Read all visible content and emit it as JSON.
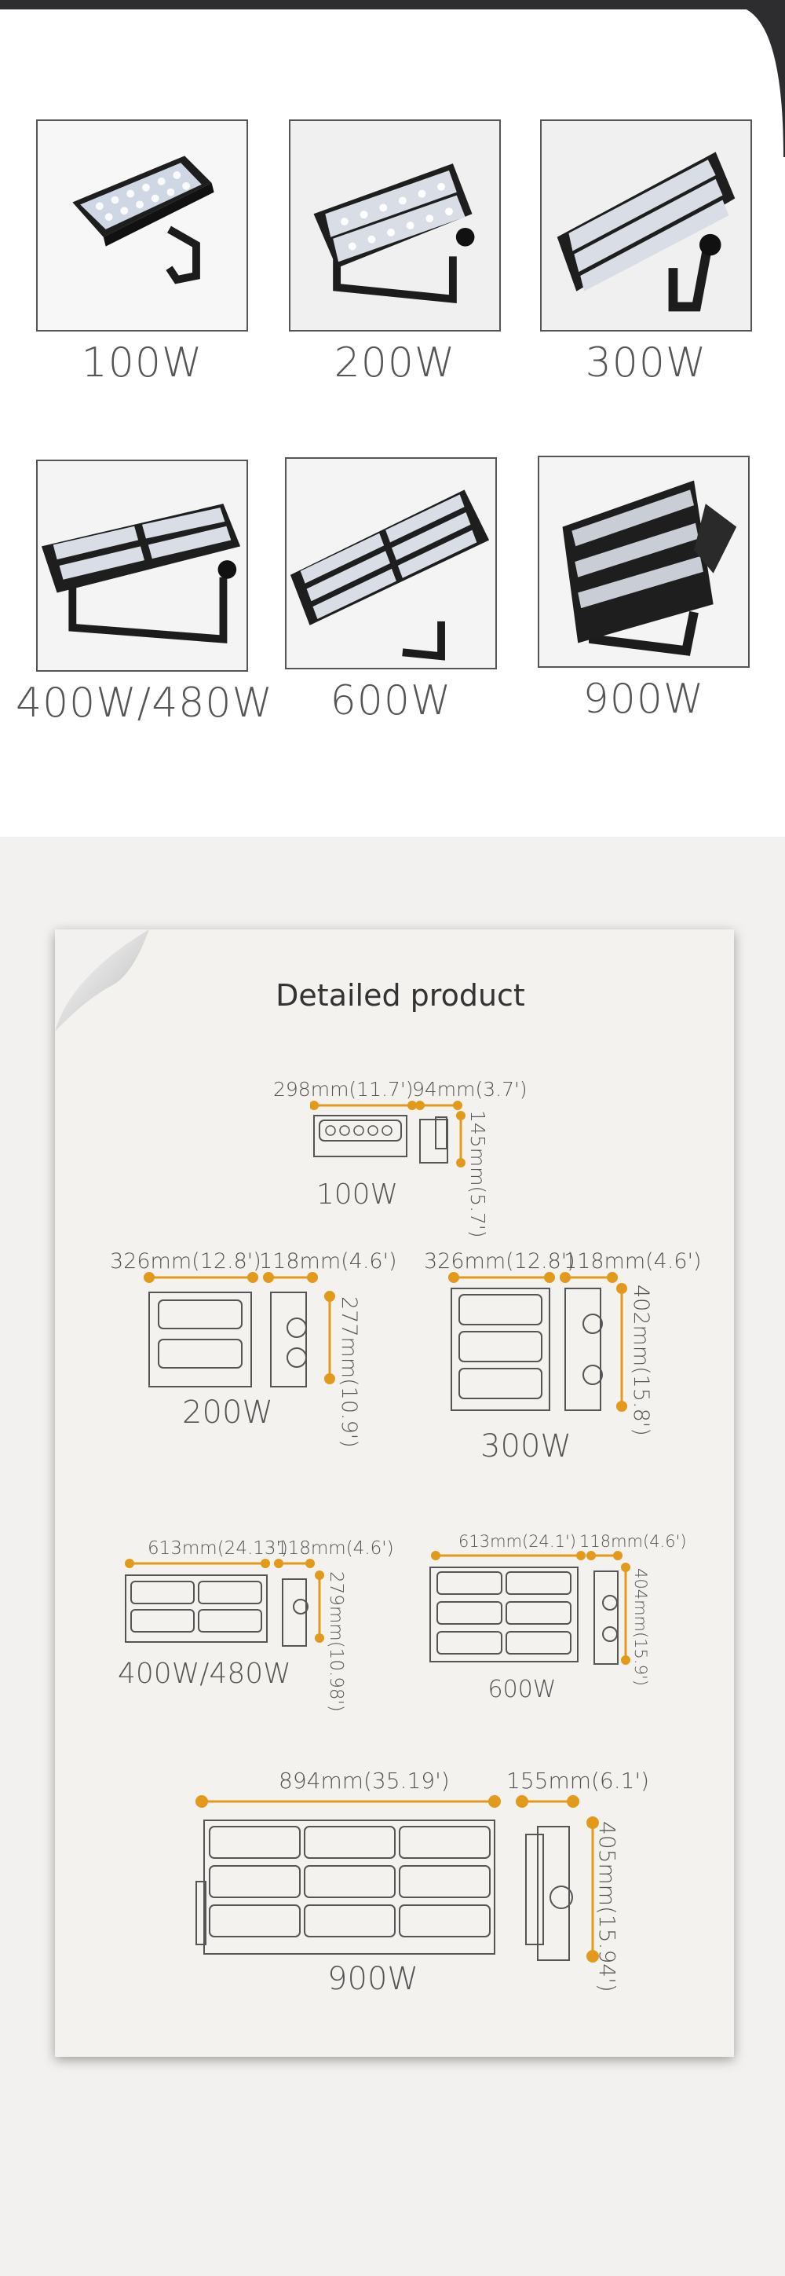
{
  "products": [
    {
      "label": "100W"
    },
    {
      "label": "200W"
    },
    {
      "label": "300W"
    },
    {
      "label": "400W/480W"
    },
    {
      "label": "600W"
    },
    {
      "label": "900W"
    }
  ],
  "detail": {
    "title": "Detailed product",
    "models": [
      {
        "label": "100W",
        "width": "298mm(11.7')",
        "depth": "94mm(3.7')",
        "height": "145mm(5.7')"
      },
      {
        "label": "200W",
        "width": "326mm(12.8')",
        "depth": "118mm(4.6')",
        "height": "277mm(10.9')"
      },
      {
        "label": "300W",
        "width": "326mm(12.8')",
        "depth": "118mm(4.6')",
        "height": "402mm(15.8')"
      },
      {
        "label": "400W/480W",
        "width": "613mm(24.13')",
        "depth": "118mm(4.6')",
        "height": "279mm(10.98')"
      },
      {
        "label": "600W",
        "width": "613mm(24.1')",
        "depth": "118mm(4.6')",
        "height": "404mm(15.9')"
      },
      {
        "label": "900W",
        "width": "894mm(35.19')",
        "depth": "155mm(6.1')",
        "height": "405mm(15.94')"
      }
    ]
  },
  "colors": {
    "accent": "#e39a1b",
    "dark": "#2d2d2f",
    "line": "#555555"
  }
}
